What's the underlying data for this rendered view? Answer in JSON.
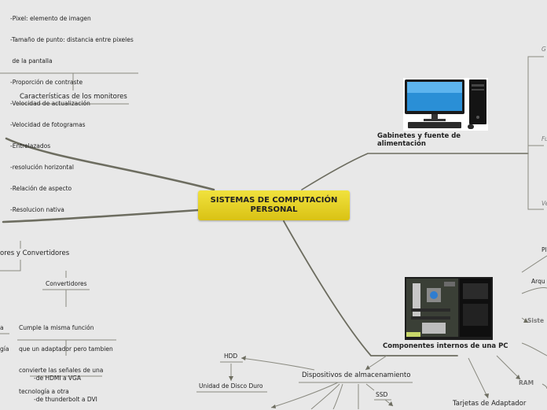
{
  "central": {
    "title_line1": "SISTEMAS DE COMPUTACIÓN",
    "title_line2": "PERSONAL"
  },
  "monitor_features": {
    "items": [
      "-Pixel: elemento de imagen",
      "-Tamaño de punto: distancia entre pixeles",
      " de la pantalla",
      "-Proporción de contraste",
      "-Velocidad de actualización",
      "-Velocidad de fotogramas",
      "-Entrelazados",
      "-resolución horizontal",
      "-Relación de aspecto",
      "-Resolucion nativa"
    ],
    "title": "Características de los monitores"
  },
  "adapters": {
    "title_partial": "ores y Convertidores",
    "converters_label": "Convertidores",
    "left_fragment": [
      "a",
      "gía"
    ],
    "description": [
      "Cumple la misma función",
      "que un adaptador pero tambien",
      "convierte las señales de una",
      "tecnología a otra"
    ],
    "examples": [
      "-de HDMI a VGA",
      "-de thunderbolt a DVI"
    ]
  },
  "storage": {
    "title": "Dispositivos de almacenamiento",
    "hdd": "HDD",
    "hdd_unit": "Unidad de Disco Duro",
    "ssd": "SSD"
  },
  "gabinetes": {
    "line1": "Gabinetes y fuente de",
    "line2": "alimentación"
  },
  "right_edge": {
    "g": "G",
    "f": "Fu",
    "v": "Ve"
  },
  "components": {
    "title": "Componentes internos de una PC",
    "pl": "Pl",
    "arq": "Arqu",
    "sist": "Siste",
    "ram": "RAM",
    "tarjetas": "Tarjetas de Adaptador"
  },
  "colors": {
    "line": "#6d6d60",
    "central": "#e8d32a",
    "background": "#e8e8e8"
  }
}
